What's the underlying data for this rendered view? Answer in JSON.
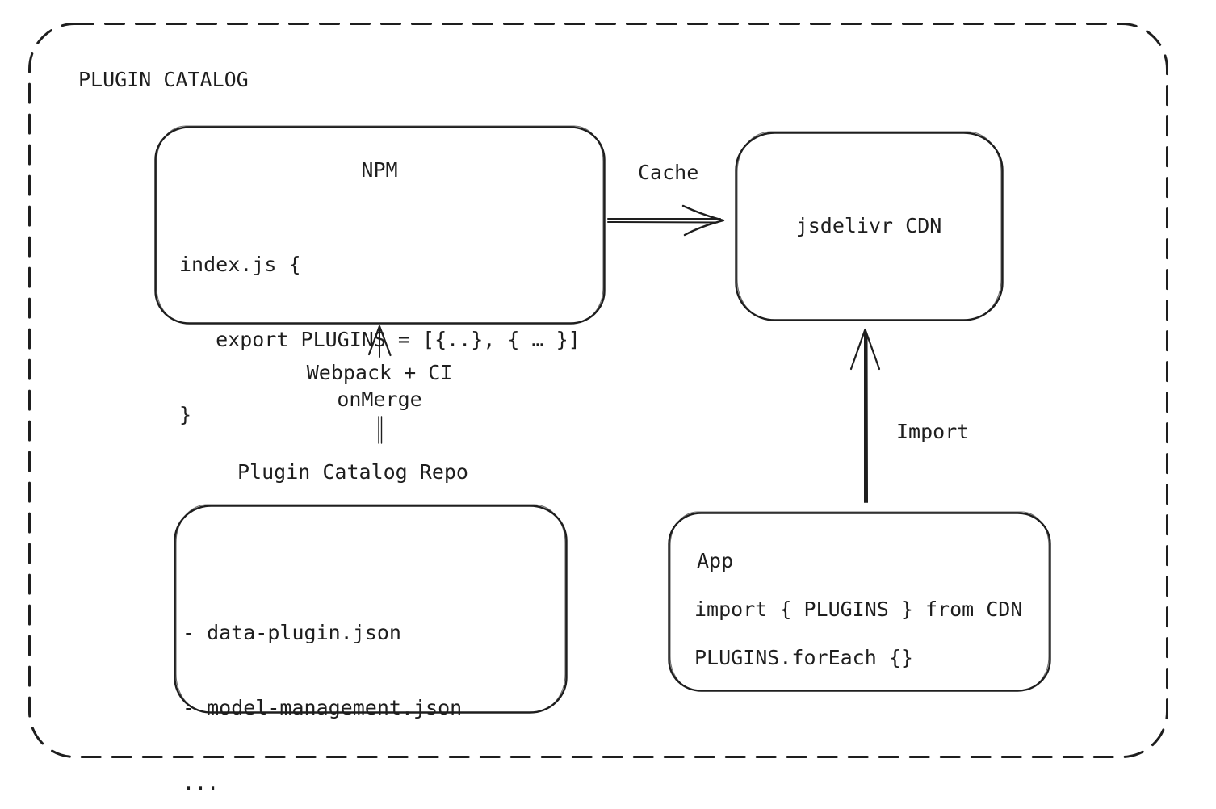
{
  "diagram": {
    "colors": {
      "stroke": "#1e1e1e",
      "background": "#ffffff"
    },
    "frame": {
      "title": "PLUGIN CATALOG"
    },
    "nodes": {
      "npm": {
        "title": "NPM",
        "code_lines": [
          "index.js {",
          "   export PLUGINS = [{..}, { … }]",
          "}"
        ]
      },
      "cdn": {
        "label": "jsdelivr CDN"
      },
      "repo": {
        "label": "Plugin Catalog Repo",
        "files": [
          "- data-plugin.json",
          "- model-management.json",
          "..."
        ]
      },
      "app": {
        "title": "App",
        "code_lines": [
          "import { PLUGINS } from CDN",
          "PLUGINS.forEach {}"
        ]
      }
    },
    "edges": {
      "cache": {
        "label": "Cache"
      },
      "webpack_ci": {
        "label_lines": [
          "Webpack + CI",
          "onMerge"
        ]
      },
      "import": {
        "label": "Import"
      }
    }
  }
}
